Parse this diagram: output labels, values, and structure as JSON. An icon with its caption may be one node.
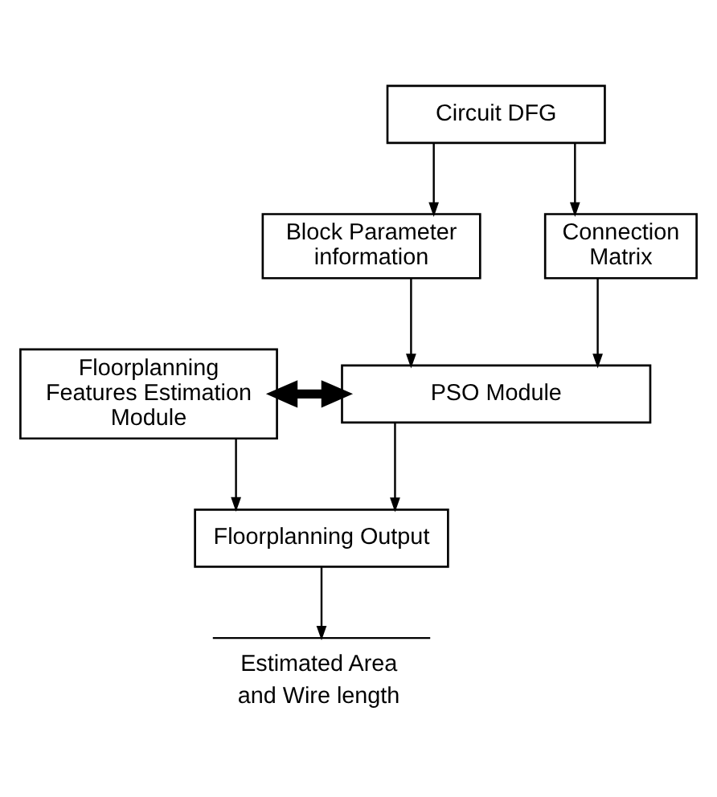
{
  "diagram": {
    "nodes": [
      {
        "text": [
          "Circuit DFG"
        ]
      },
      {
        "text": [
          "Block Parameter information"
        ]
      },
      {
        "text": [
          "Connection Matrix"
        ]
      },
      {
        "text": [
          "Floorplanning Features Estimation Module"
        ]
      },
      {
        "text": [
          "PSO Module"
        ]
      },
      {
        "text": [
          "Floorplanning Output"
        ]
      },
      {
        "text": [
          "Estimated Area and Wire length"
        ]
      }
    ],
    "edges": [
      {
        "from": 0,
        "to": 1,
        "arrow": "to"
      },
      {
        "from": 0,
        "to": 2,
        "arrow": "to"
      },
      {
        "from": 1,
        "to": 4,
        "arrow": "to"
      },
      {
        "from": 2,
        "to": 4,
        "arrow": "to"
      },
      {
        "from": 3,
        "to": 4,
        "arrow": "both",
        "style": "thick"
      },
      {
        "from": 3,
        "to": 5,
        "arrow": "to"
      },
      {
        "from": 4,
        "to": 5,
        "arrow": "to"
      },
      {
        "from": 5,
        "to": 6,
        "arrow": "to"
      }
    ]
  }
}
